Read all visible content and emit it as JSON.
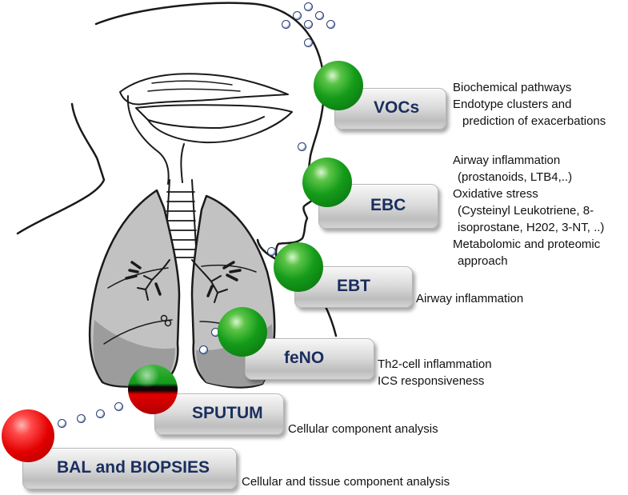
{
  "nodes": [
    {
      "id": "vocs",
      "label": "VOCs"
    },
    {
      "id": "ebc",
      "label": "EBC"
    },
    {
      "id": "ebt",
      "label": "EBT"
    },
    {
      "id": "feno",
      "label": "feNO"
    },
    {
      "id": "sputum",
      "label": "SPUTUM"
    },
    {
      "id": "bal",
      "label": "BAL and BIOPSIES"
    }
  ],
  "descriptions": {
    "vocs": [
      "Biochemical pathways",
      "Endotype clusters and",
      "prediction of exacerbations"
    ],
    "ebc": [
      "Airway inflammation",
      "(prostanoids, LTB4,..)",
      "Oxidative stress",
      "(Cysteinyl Leukotriene, 8-",
      "isoprostane, H202, 3-NT, ..)",
      "Metabolomic and proteomic",
      "approach"
    ],
    "ebt": [
      "Airway inflammation"
    ],
    "feno": [
      "Th2-cell inflammation",
      "ICS responsiveness"
    ],
    "sputum": [
      "Cellular component analysis"
    ],
    "bal": [
      "Cellular and tissue component analysis"
    ]
  },
  "bullet_glyph": "",
  "colors": {
    "label_text": "#1a2e5e",
    "green_ball": "#129a1a",
    "red_ball": "#e30000",
    "bubble_outline": "#2b3c72",
    "box_fill": "#d4d4d4"
  }
}
